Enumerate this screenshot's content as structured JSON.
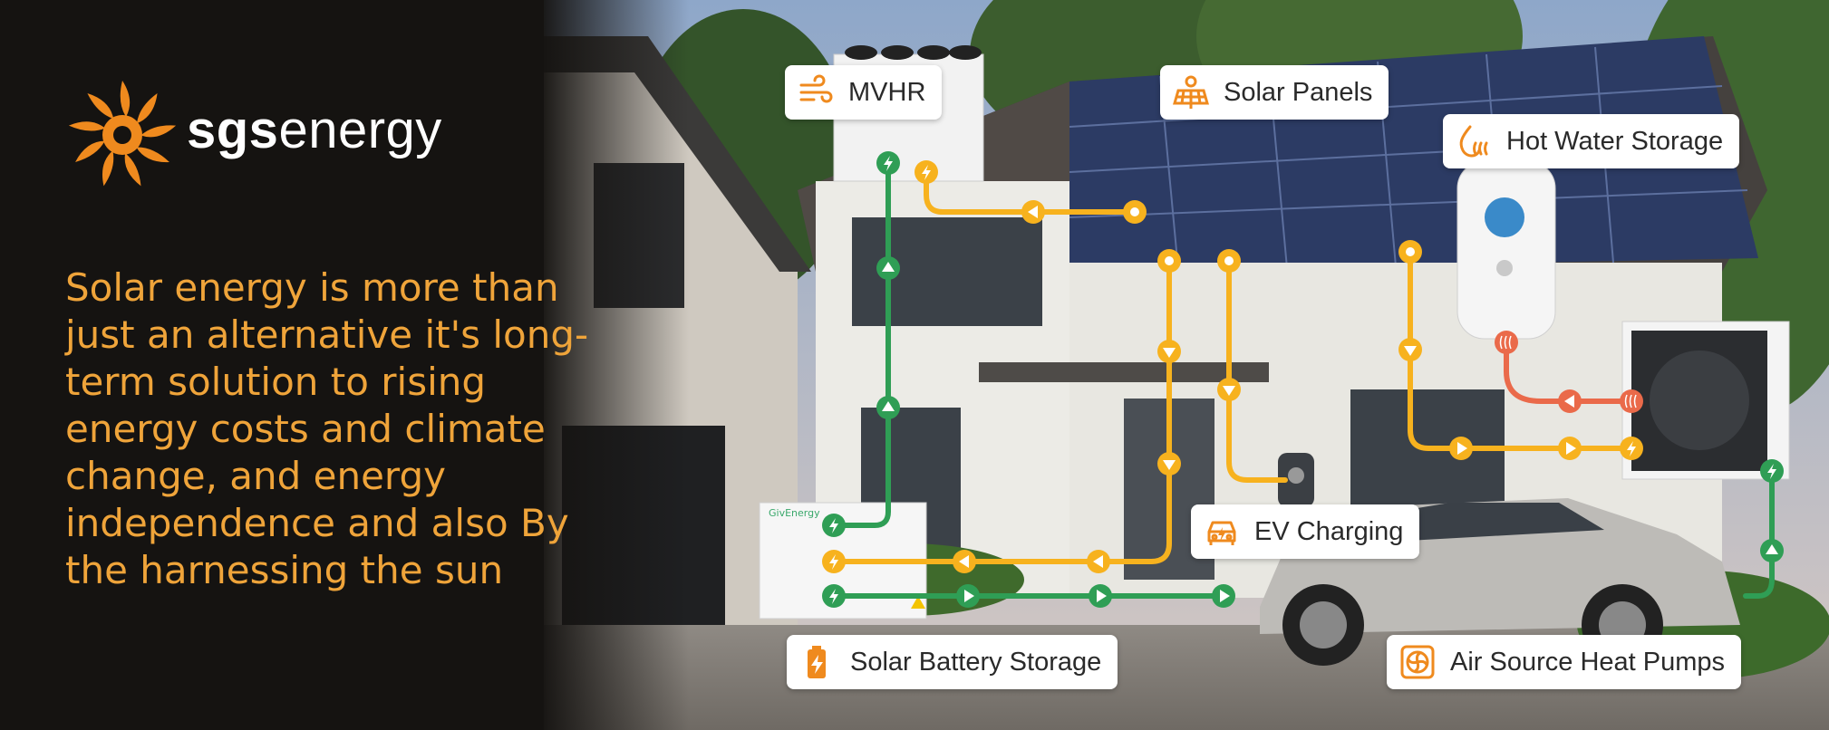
{
  "brand": {
    "name_bold": "sgs",
    "name_light": "energy",
    "color": "#ef8a1e"
  },
  "tagline": "Solar energy is more than just an alternative it's long-term solution to rising energy costs and climate change, and energy independence and also By the harnessing the sun",
  "labels": {
    "mvhr": "MVHR",
    "solar_panels": "Solar Panels",
    "hot_water": "Hot Water Storage",
    "ev_charging": "EV Charging",
    "battery": "Solar Battery Storage",
    "heat_pumps": "Air Source Heat Pumps"
  },
  "flow_colors": {
    "solar": "#f7b21e",
    "green": "#2f9e55",
    "heat": "#ea6a4a"
  },
  "icons": [
    "sun-flower-logo-icon",
    "wind-icon",
    "solar-panel-icon",
    "flame-water-icon",
    "car-icon",
    "battery-icon",
    "fan-icon"
  ]
}
